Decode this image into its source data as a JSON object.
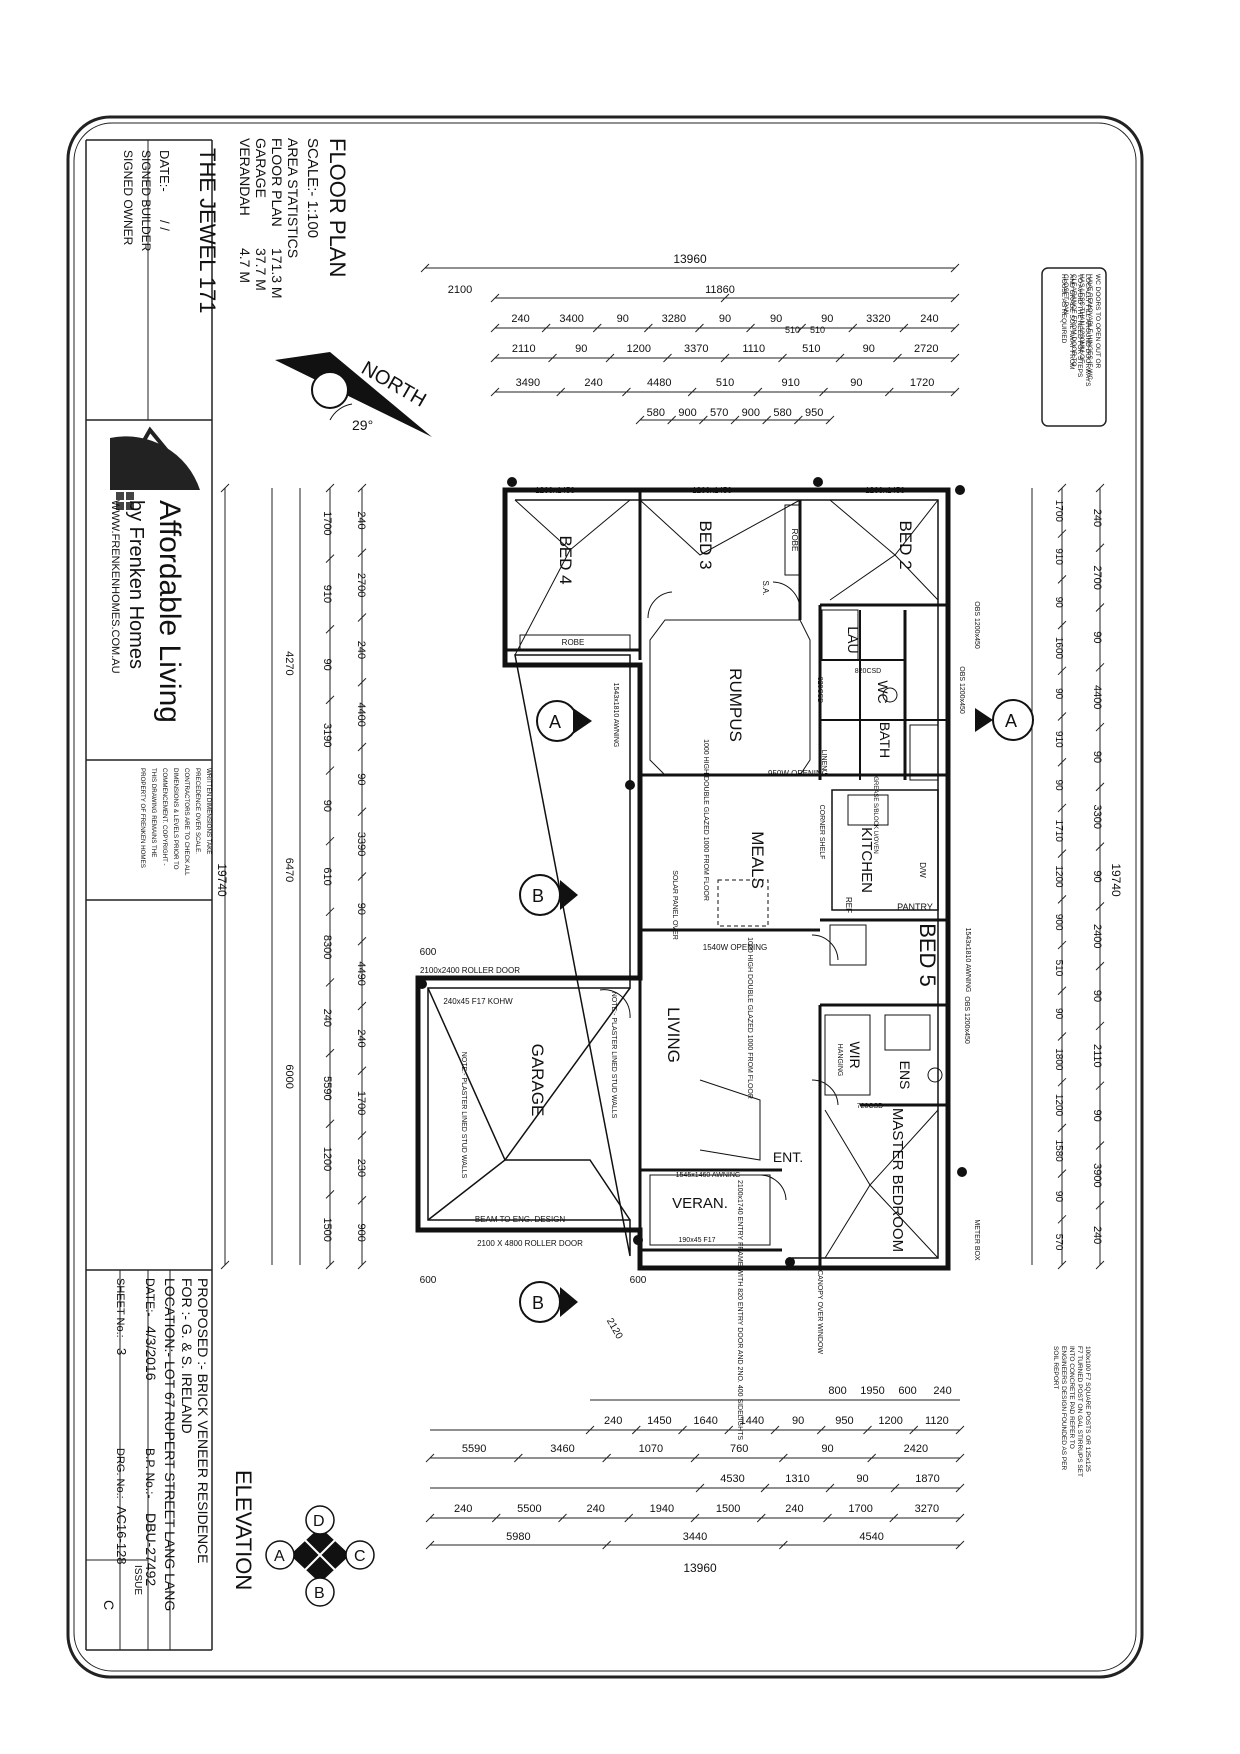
{
  "title_block": {
    "floor_plan": "FLOOR PLAN",
    "scale": "SCALE:- 1:100",
    "area_statistics": "AREA STATISTICS",
    "areas": [
      {
        "label": "FLOOR PLAN",
        "value": "171.3 M"
      },
      {
        "label": "GARAGE",
        "value": "37.7 M"
      },
      {
        "label": "VERANDAH",
        "value": "4.7 M"
      }
    ],
    "design_name": "THE JEWEL 171",
    "date_label": "DATE:-",
    "date_value": "/ /",
    "signed_builder": "SIGNED BUILDER",
    "signed_owner": "SIGNED OWNER"
  },
  "logo": {
    "brand": "Affordable Living",
    "sub": "by Frenken Homes",
    "url": "WWW.FRENKENHOMES.COM.AU"
  },
  "copyright_note": "WRITTEN DIMENSIONS TAKE PRECEDENCE OVER SCALE. CONTRACTORS ARE TO CHECK ALL DIMENSIONS & LEVELS PRIOR TO COMMENCEMENT. COPYRIGHT - THIS DRAWING REMAINS THE PROPERTY OF FRENKEN HOMES",
  "project": {
    "proposed": "PROPOSED :- BRICK VENEER RESIDENCE",
    "for": "FOR :- G. & S. IRELAND",
    "location": "LOCATION:- LOT 67 RUPERT STREET LANG LANG",
    "date_label": "DATE:-",
    "date": "4/3/2016",
    "bp_label": "B.P. No.:-",
    "bp": "DBU-27492",
    "sheet_label": "SHEET No.:-",
    "sheet": "3",
    "drg_label": "DRG. No.:-",
    "drg": "AC16-128",
    "issue_label": "ISSUE",
    "issue": "C"
  },
  "north": {
    "label": "NORTH",
    "angle": "29°"
  },
  "elevation": {
    "label": "ELEVATION",
    "letters": [
      "A",
      "B",
      "C",
      "D"
    ]
  },
  "notes": {
    "top_right": [
      "WC DOORS TO OPEN OUT OR",
      "HAVE REMOVABLE HINGES IF WC",
      "HAS LESS THAN 1200MM OF",
      "CLEARANCE FROM DOOR TO",
      "CLOSET PAN",
      "LOCALLY FILL AROUND DOORWAYS",
      "TO AVOID THE NEED FOR STEPS",
      "AND GRADE SOIL AWAY FROM",
      "HOUSE AS REQUIRED"
    ],
    "bottom_right": [
      "100x100 F7 SQUARE POSTS OR 125x125",
      "F7 TURNED POST ON GAL STIRRUPS SET",
      "INTO CONCRETE PAD REFER TO",
      "ENGINEERS DESIGN FOUNDED AS PER",
      "SOIL REPORT"
    ]
  },
  "rooms": {
    "bed4": "BED 4",
    "bed3": "BED 3",
    "bed2": "BED 2",
    "rumpus": "RUMPUS",
    "meals": "MEALS",
    "kitchen": "KITCHEN",
    "bed5": "BED 5",
    "living": "LIVING",
    "garage": "GARAGE",
    "master": "MASTER BEDROOM",
    "veran": "VERAN.",
    "ent": "ENT.",
    "lau": "LAU",
    "wc": "WC",
    "bath": "BATH",
    "ens": "ENS",
    "wir": "WIR",
    "pantry": "PANTRY"
  },
  "labels": {
    "w1": "1200x1450",
    "w2": "1200x1450",
    "w3": "1200x1450",
    "rose1": "ROBE",
    "rose2": "ROBE",
    "robe3": "ROBE",
    "awning1": "1543x1810 AWNING",
    "awning2": "1543x1810 AWNING",
    "awning3": "1545x1460 AWNING",
    "opening1": "950W OPENING",
    "opening2": "1540W OPENING",
    "roller1": "2100x2400 ROLLER DOOR",
    "roller2": "2100 X 4800 ROLLER DOOR",
    "kohw": "240x45 F17 KOHW",
    "beam": "BEAM TO ENG. DESIGN",
    "f17": "190x45 F17",
    "plaster1": "NOTE:- PLASTER LINED STUD WALLS",
    "plaster2": "NOTE:- PLASTER LINED STUD WALLS",
    "corner": "CORNER SHELF",
    "glazing": "1000 HIGH DOUBLE GLAZED 1000 FROM FLOOR",
    "glazing2": "1000 HIGH DOUBLE GLAZED 1000 FROM FLOOR",
    "entry": "2100x1740 ENTRY FRAME WITH 820 ENTRY DOOR AND 2NO. 400 SIDELIGHTS",
    "canopy": "CANOPY OVER WINDOW",
    "meter": "METER BOX",
    "sa": "S.A.",
    "hanging": "HANGING",
    "linen": "LINEN",
    "ref": "REF",
    "dw": "D/W",
    "fridge": "GREASE S/BLOCK U/OVEN",
    "solar": "SOLAR PANEL OVER",
    "csd1": "820CSD",
    "csd2": "720CSD",
    "csd3": "820CSD",
    "obs1": "OBS 1200x450",
    "obs2": "OBS 1200x450",
    "obs3": "OBS 1200x450"
  },
  "dims": {
    "top_total": "13960",
    "top_a": "2100",
    "top_b": "11860",
    "top_row2": [
      "240",
      "3400",
      "90",
      "3280",
      "90",
      "90",
      "90",
      "3320",
      "240"
    ],
    "top_row2b": [
      "510",
      "510"
    ],
    "top_row3": [
      "2110",
      "90",
      "1200",
      "3370",
      "1110",
      "510",
      "90",
      "2720"
    ],
    "top_row4": [
      "3490",
      "240",
      "4480",
      "510",
      "910",
      "90",
      "1720"
    ],
    "top_row5": [
      "580",
      "900",
      "570",
      "900",
      "580",
      "950"
    ],
    "left_total": "19740",
    "left_outer": [
      "240",
      "2700",
      "240",
      "4400",
      "90",
      "3390",
      "90",
      "4490",
      "240",
      "1700",
      "230",
      "900"
    ],
    "left_mid": [
      "1700",
      "910",
      "90",
      "3190",
      "90",
      "610",
      "8300",
      "240",
      "5590",
      "1200",
      "1500"
    ],
    "left_inner": [
      "4270",
      "6470",
      "6000"
    ],
    "right_total": "19740",
    "right_outer": [
      "240",
      "2700",
      "90",
      "4400",
      "90",
      "3300",
      "90",
      "2400",
      "90",
      "2110",
      "90",
      "3900",
      "240"
    ],
    "right_inner": [
      "1700",
      "910",
      "90",
      "1600",
      "90",
      "910",
      "90",
      "1710",
      "1200",
      "900",
      "510",
      "90",
      "1800",
      "1200",
      "1580",
      "90",
      "570"
    ],
    "bottom_total": "13960",
    "bottom_row1": [
      "240",
      "1450",
      "1640",
      "1440",
      "90",
      "950",
      "1200",
      "1120"
    ],
    "bottom_row1b": [
      "800",
      "1950",
      "600",
      "240"
    ],
    "bottom_row2": [
      "5590",
      "3460",
      "1070",
      "760",
      "90",
      "2420"
    ],
    "bottom_row3": [
      "4530",
      "1310",
      "90",
      "1870"
    ],
    "bottom_row4": [
      "240",
      "5500",
      "240",
      "1940",
      "1500",
      "240",
      "1700",
      "3270"
    ],
    "bottom_row5": [
      "5980",
      "3440",
      "4540"
    ],
    "misc": [
      "600",
      "600",
      "600",
      "600",
      "2120",
      "800"
    ]
  }
}
